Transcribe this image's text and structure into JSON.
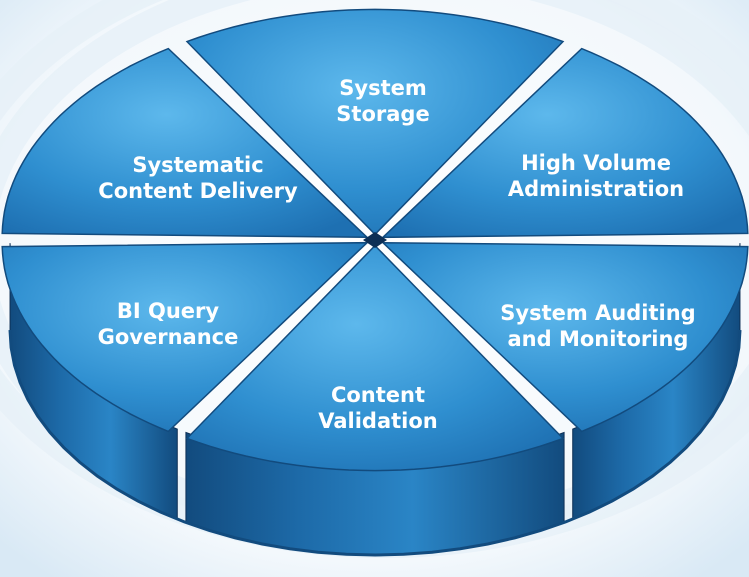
{
  "diagram": {
    "segments": [
      {
        "id": "system-storage",
        "lines": [
          "System",
          "Storage"
        ]
      },
      {
        "id": "high-volume-administration",
        "lines": [
          "High Volume",
          "Administration"
        ]
      },
      {
        "id": "system-auditing-and-monitoring",
        "lines": [
          "System Auditing",
          "and Monitoring"
        ]
      },
      {
        "id": "content-validation",
        "lines": [
          "Content",
          "Validation"
        ]
      },
      {
        "id": "bi-query-governance",
        "lines": [
          "BI Query",
          "Governance"
        ]
      },
      {
        "id": "systematic-content-delivery",
        "lines": [
          "Systematic",
          "Content Delivery"
        ]
      }
    ],
    "colors": {
      "segment_top": "#2f8fd0",
      "segment_highlight": "#5db8ec",
      "segment_side": "#1d6aa8",
      "segment_side_dark": "#124b7e",
      "gap": "#0d2f55",
      "label": "#ffffff",
      "background": "#ffffff",
      "ring": "#e6f0f8"
    }
  }
}
